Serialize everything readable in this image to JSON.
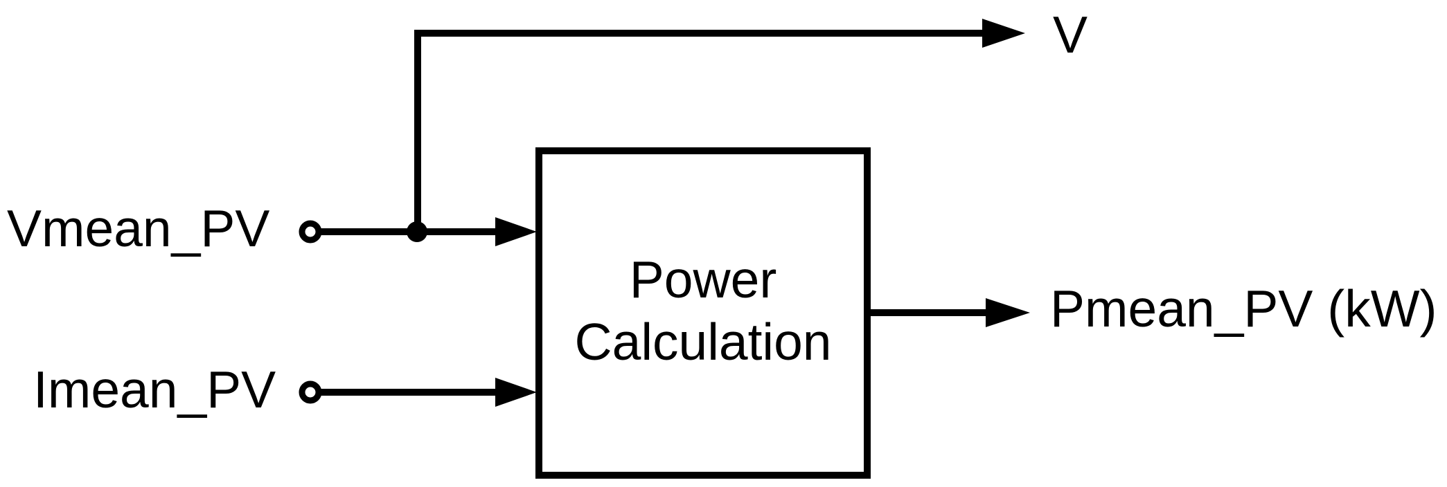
{
  "colors": {
    "line": "#000000",
    "background": "#ffffff"
  },
  "diagram": {
    "block": {
      "label": "Power\nCalculation"
    },
    "inputs": [
      {
        "label": "Vmean_PV"
      },
      {
        "label": "Imean_PV"
      }
    ],
    "branch_output": {
      "label": "V"
    },
    "output": {
      "label": "Pmean_PV (kW)"
    }
  }
}
